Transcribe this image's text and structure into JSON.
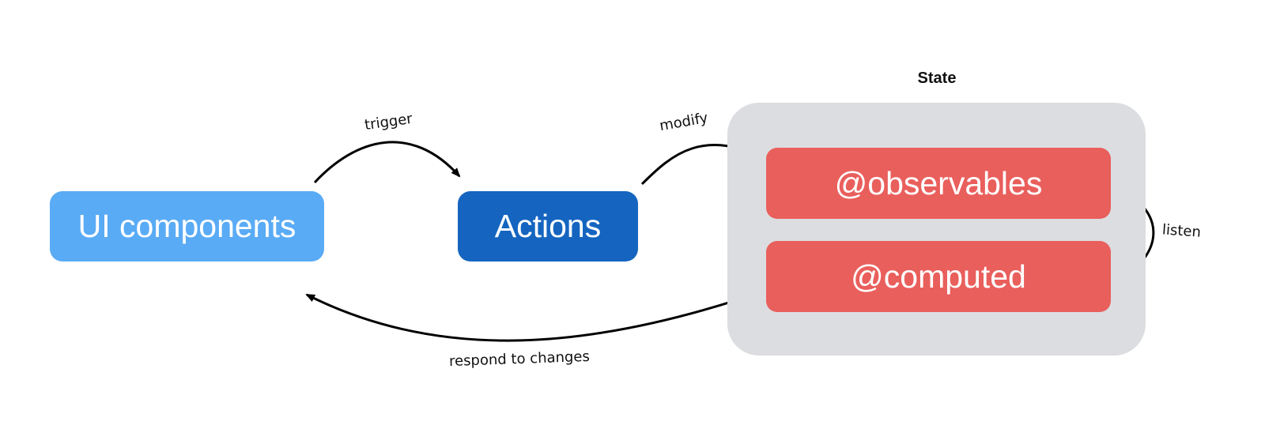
{
  "diagram": {
    "nodes": {
      "ui_components": {
        "label": "UI components",
        "color": "#5aabf5"
      },
      "actions": {
        "label": "Actions",
        "color": "#1565c0"
      },
      "state": {
        "title": "State",
        "color": "#dcdde0"
      },
      "observables": {
        "label": "@observables",
        "color": "#e95f5c"
      },
      "computed": {
        "label": "@computed",
        "color": "#e95f5c"
      }
    },
    "edges": {
      "trigger": {
        "label": "trigger",
        "from": "UI components",
        "to": "Actions"
      },
      "modify": {
        "label": "modify",
        "from": "Actions",
        "to": "@observables"
      },
      "listen": {
        "label": "listen",
        "from": "@computed",
        "to": "@observables"
      },
      "respond": {
        "label": "respond to changes",
        "from": "@computed",
        "to": "UI components"
      }
    },
    "arrow_color": "#000000"
  }
}
